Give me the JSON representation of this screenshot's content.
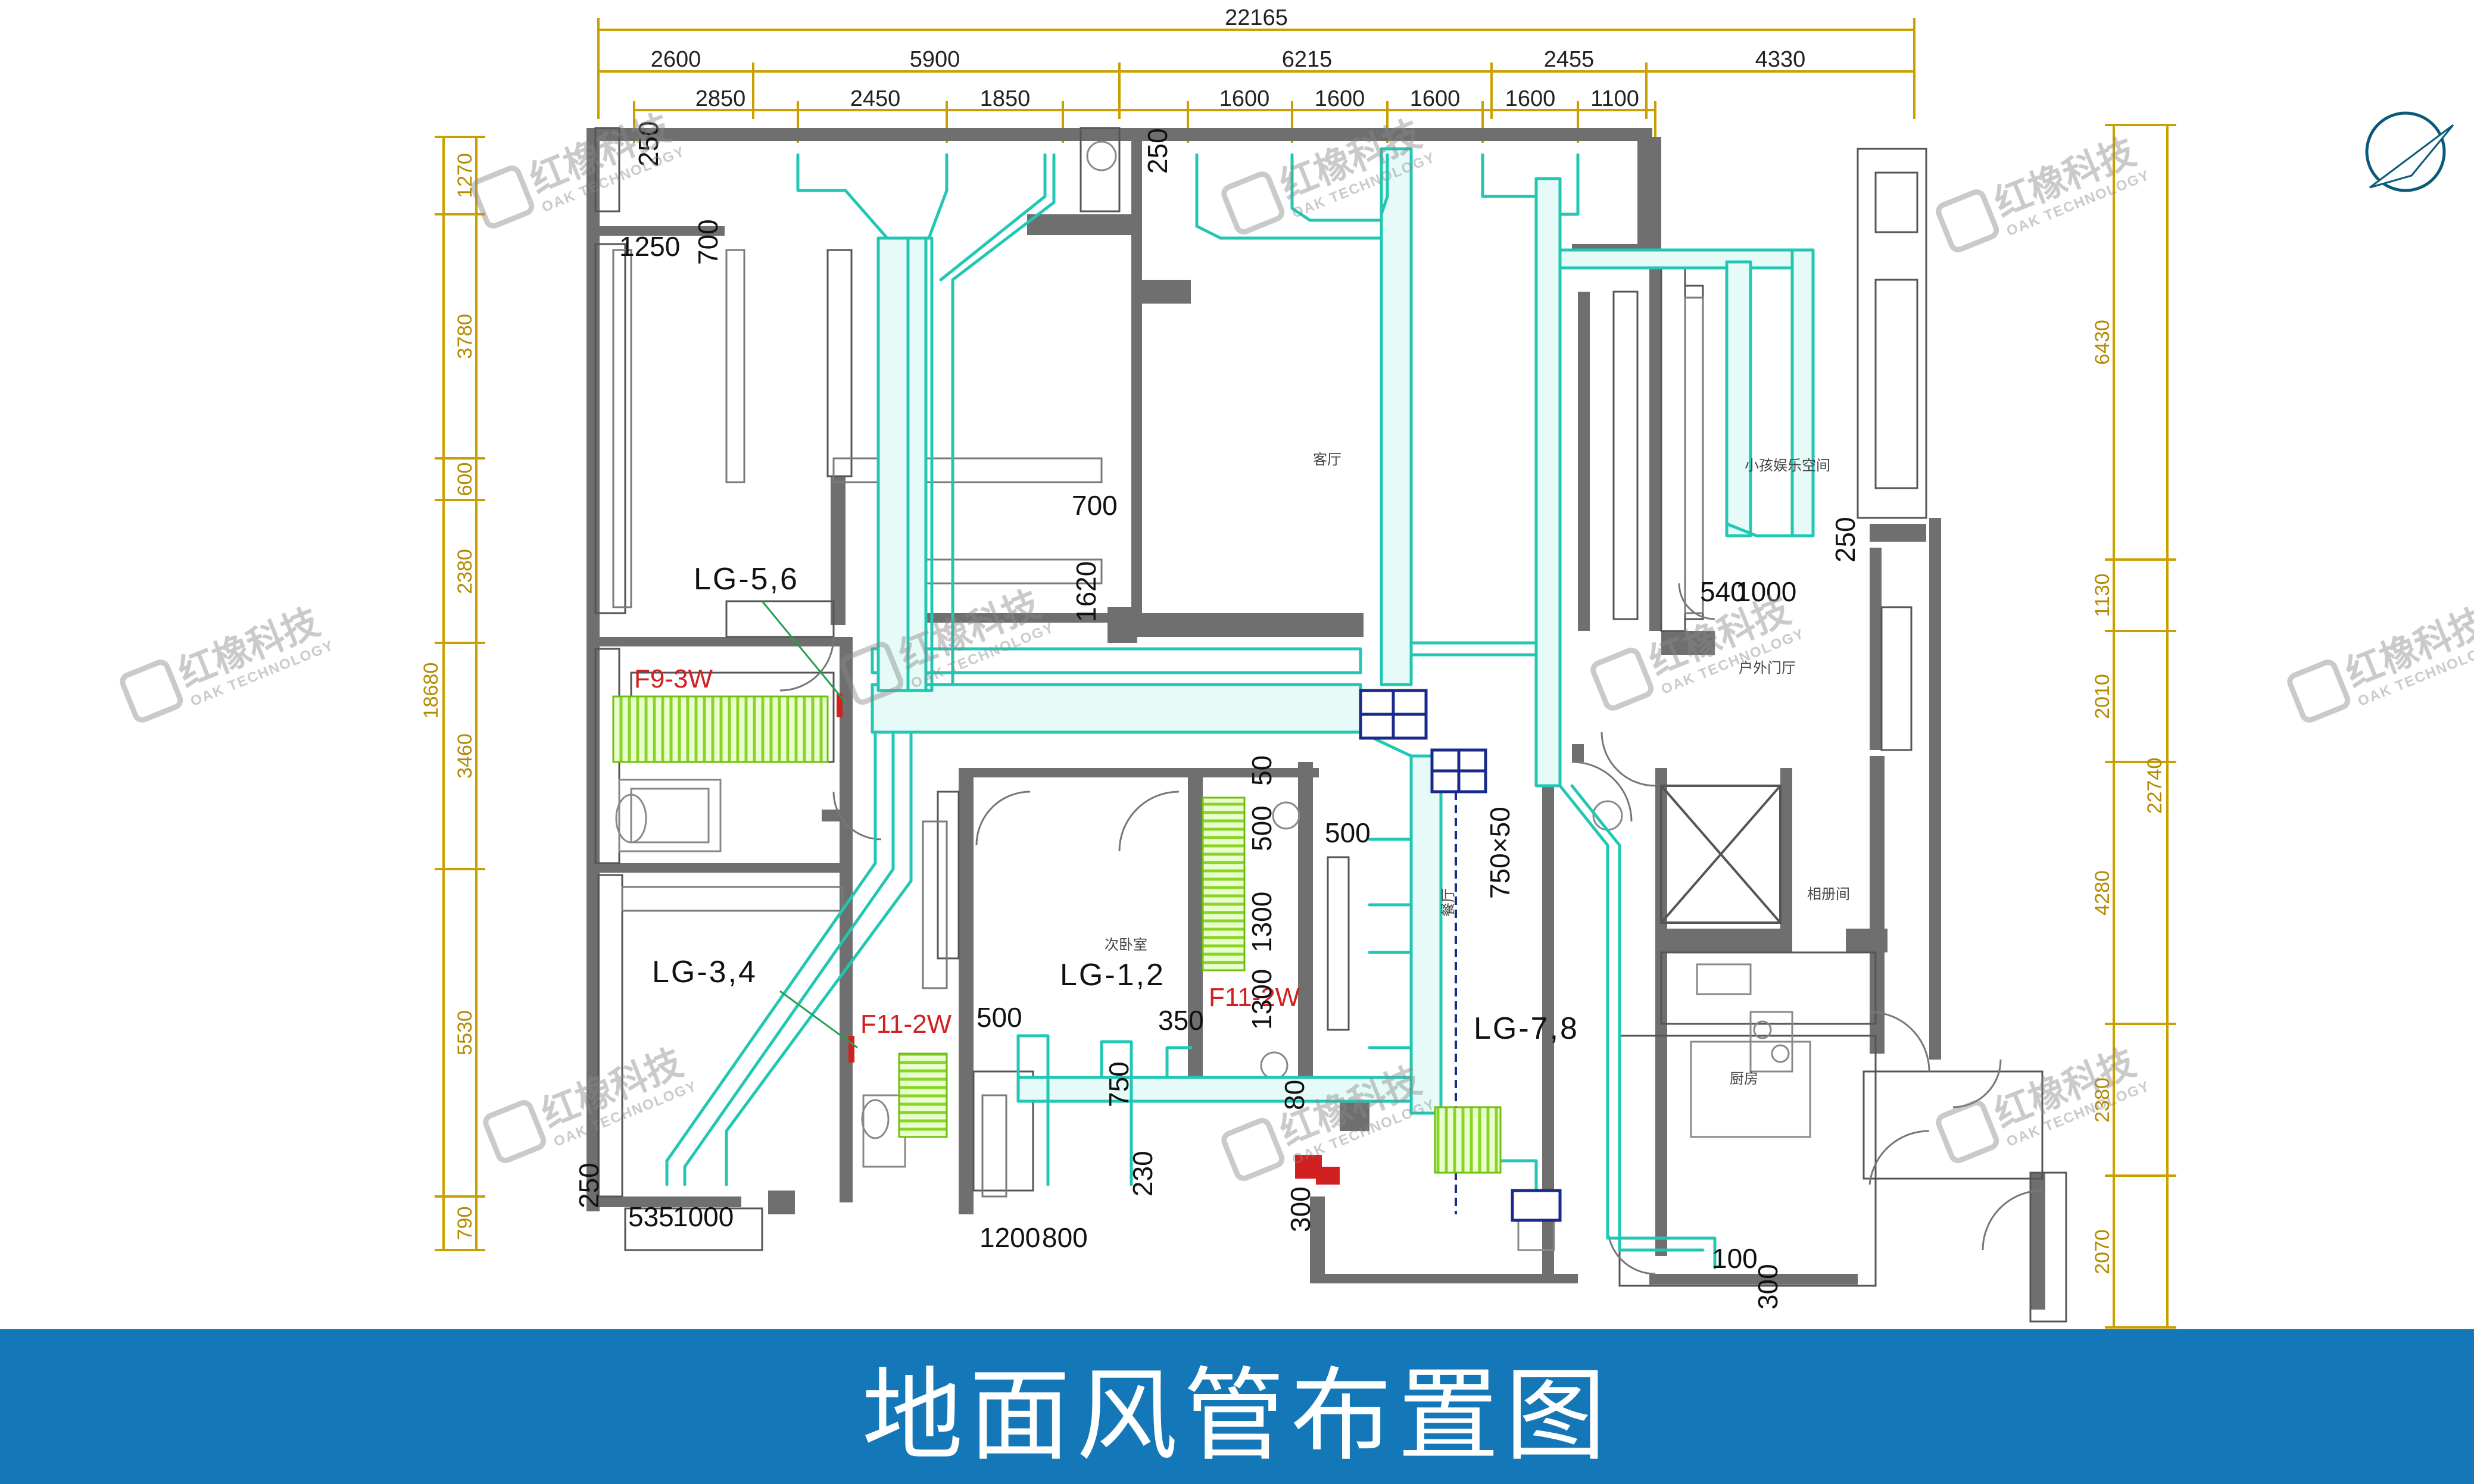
{
  "caption": "地面风管布置图",
  "dimensions": {
    "top_total": "22165",
    "top_row1": [
      "2600",
      "5900",
      "6215",
      "2455",
      "4330"
    ],
    "top_row2": [
      "2850",
      "2450",
      "1850",
      "1600",
      "1600",
      "1600",
      "1600",
      "1100"
    ],
    "left_total": "18680",
    "left_segments": [
      "1270",
      "3780",
      "600",
      "2380",
      "3460",
      "5530",
      "790"
    ],
    "right_total": "22740",
    "right_segments": [
      "6430",
      "1130",
      "2010",
      "4280",
      "2380",
      "2070"
    ]
  },
  "zones": [
    "LG-5,6",
    "LG-3,4",
    "LG-1,2",
    "LG-7,8"
  ],
  "units": [
    "F9-3W",
    "F11-2W",
    "F11-2W"
  ],
  "annotations": [
    "250",
    "1250",
    "700",
    "700",
    "1620",
    "250",
    "540",
    "1000",
    "750×50",
    "500",
    "500",
    "350",
    "1300",
    "1300",
    "500",
    "50",
    "750",
    "230",
    "300",
    "1200",
    "800",
    "535",
    "1000",
    "250",
    "80",
    "100",
    "300"
  ],
  "rooms": [
    "客厅",
    "小孩娱乐空间",
    "户外门厅",
    "厨房",
    "次卧室",
    "餐厅",
    "相册间"
  ],
  "watermark": {
    "brand": "红橡科技",
    "sub": "OAK TECHNOLOGY"
  },
  "colors": {
    "duct": "#22c7b4",
    "ductFill": "#e6fbf8",
    "wall": "#6f6f6f",
    "dimension": "#c9a000",
    "unit": "#d02020",
    "grille": "#9bdc3a",
    "caption_bg": "#1478b8"
  }
}
